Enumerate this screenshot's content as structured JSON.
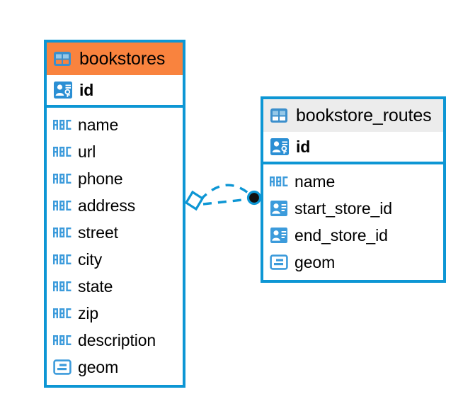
{
  "diagram": {
    "type": "entity-relationship-diagram",
    "background_color": "#FFFFFF",
    "accent_color": "#0D96D4",
    "selected_color": "#F9833E",
    "header_color": "#ECECEC",
    "entities": [
      {
        "name": "bookstores",
        "selected": true,
        "header_icon": "table-icon",
        "primary_key": {
          "label": "id",
          "icon": "primary-key-icon"
        },
        "fields": [
          {
            "label": "name",
            "icon": "text-type-icon"
          },
          {
            "label": "url",
            "icon": "text-type-icon"
          },
          {
            "label": "phone",
            "icon": "text-type-icon"
          },
          {
            "label": "address",
            "icon": "text-type-icon"
          },
          {
            "label": "street",
            "icon": "text-type-icon"
          },
          {
            "label": "city",
            "icon": "text-type-icon"
          },
          {
            "label": "state",
            "icon": "text-type-icon"
          },
          {
            "label": "zip",
            "icon": "text-type-icon"
          },
          {
            "label": "description",
            "icon": "text-type-icon"
          },
          {
            "label": "geom",
            "icon": "geometry-type-icon"
          }
        ]
      },
      {
        "name": "bookstore_routes",
        "selected": false,
        "header_icon": "table-icon",
        "primary_key": {
          "label": "id",
          "icon": "primary-key-icon"
        },
        "fields": [
          {
            "label": "name",
            "icon": "text-type-icon"
          },
          {
            "label": "start_store_id",
            "icon": "foreign-key-icon"
          },
          {
            "label": "end_store_id",
            "icon": "foreign-key-icon"
          },
          {
            "label": "geom",
            "icon": "geometry-type-icon"
          }
        ]
      }
    ],
    "relationships": [
      {
        "from": "bookstores",
        "to": "bookstore_routes",
        "from_marker": "diamond-open",
        "to_marker": "circle-filled",
        "line_style": "dashed",
        "color": "#0D96D4"
      },
      {
        "from": "bookstores",
        "to": "bookstore_routes",
        "from_marker": "diamond-open",
        "to_marker": "circle-filled",
        "line_style": "dashed",
        "color": "#0D96D4"
      }
    ]
  }
}
